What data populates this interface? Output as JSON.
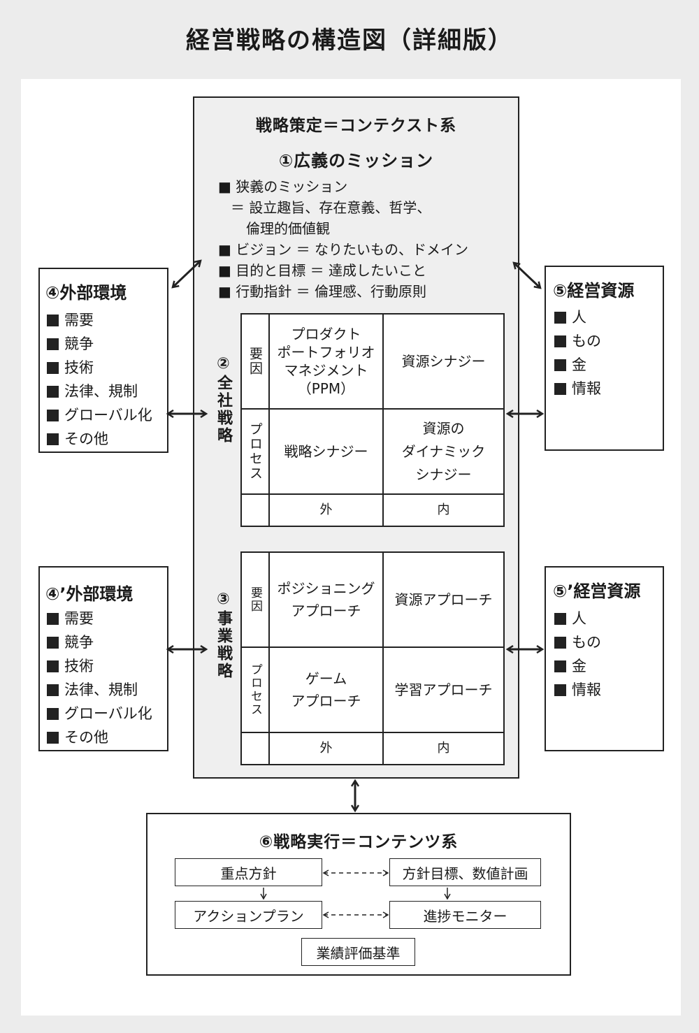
{
  "title": "経営戦略の構造図（詳細版）",
  "context_box": {
    "heading": "戦略策定＝コンテクスト系",
    "mission_heading": "①広義のミッション",
    "mission_items": [
      {
        "marker": "■",
        "text": "狭義のミッション"
      },
      {
        "marker": "",
        "text": "＝ 設立趣旨、存在意義、哲学、"
      },
      {
        "marker": "",
        "text": "倫理的価値観"
      },
      {
        "marker": "■",
        "text": "ビジョン ＝ なりたいもの、ドメイン"
      },
      {
        "marker": "■",
        "text": "目的と目標 ＝ 達成したいこと"
      },
      {
        "marker": "■",
        "text": "行動指針 ＝ 倫理感、行動原則"
      }
    ]
  },
  "corporate_strategy": {
    "label": "②全社戦略",
    "row_factor": "要因",
    "row_process": "プロセス",
    "cells": {
      "factor_external": "プロダクト\nポートフォリオ\nマネジメント\n（PPM）",
      "factor_internal": "資源シナジー",
      "process_external": "戦略シナジー",
      "process_internal": "資源の\nダイナミック\nシナジー"
    },
    "col_external": "外",
    "col_internal": "内"
  },
  "business_strategy": {
    "label": "③事業戦略",
    "row_factor": "要因",
    "row_process": "プロセス",
    "cells": {
      "factor_external": "ポジショニング\nアプローチ",
      "factor_internal": "資源アプローチ",
      "process_external": "ゲーム\nアプローチ",
      "process_internal": "学習アプローチ"
    },
    "col_external": "外",
    "col_internal": "内"
  },
  "external_env_1": {
    "heading": "④外部環境",
    "items": [
      "需要",
      "競争",
      "技術",
      "法律、規制",
      "グローバル化",
      "その他"
    ]
  },
  "external_env_2": {
    "heading": "④’外部環境",
    "items": [
      "需要",
      "競争",
      "技術",
      "法律、規制",
      "グローバル化",
      "その他"
    ]
  },
  "resources_1": {
    "heading": "⑤経営資源",
    "items": [
      "人",
      "もの",
      "金",
      "情報"
    ]
  },
  "resources_2": {
    "heading": "⑤’経営資源",
    "items": [
      "人",
      "もの",
      "金",
      "情報"
    ]
  },
  "execution": {
    "heading": "⑥戦略実行＝コンテンツ系",
    "steps": {
      "focus_policy": "重点方針",
      "policy_targets": "方針目標、数値計画",
      "action_plan": "アクションプラン",
      "progress_monitor": "進捗モニター",
      "evaluation": "業績評価基準"
    }
  }
}
